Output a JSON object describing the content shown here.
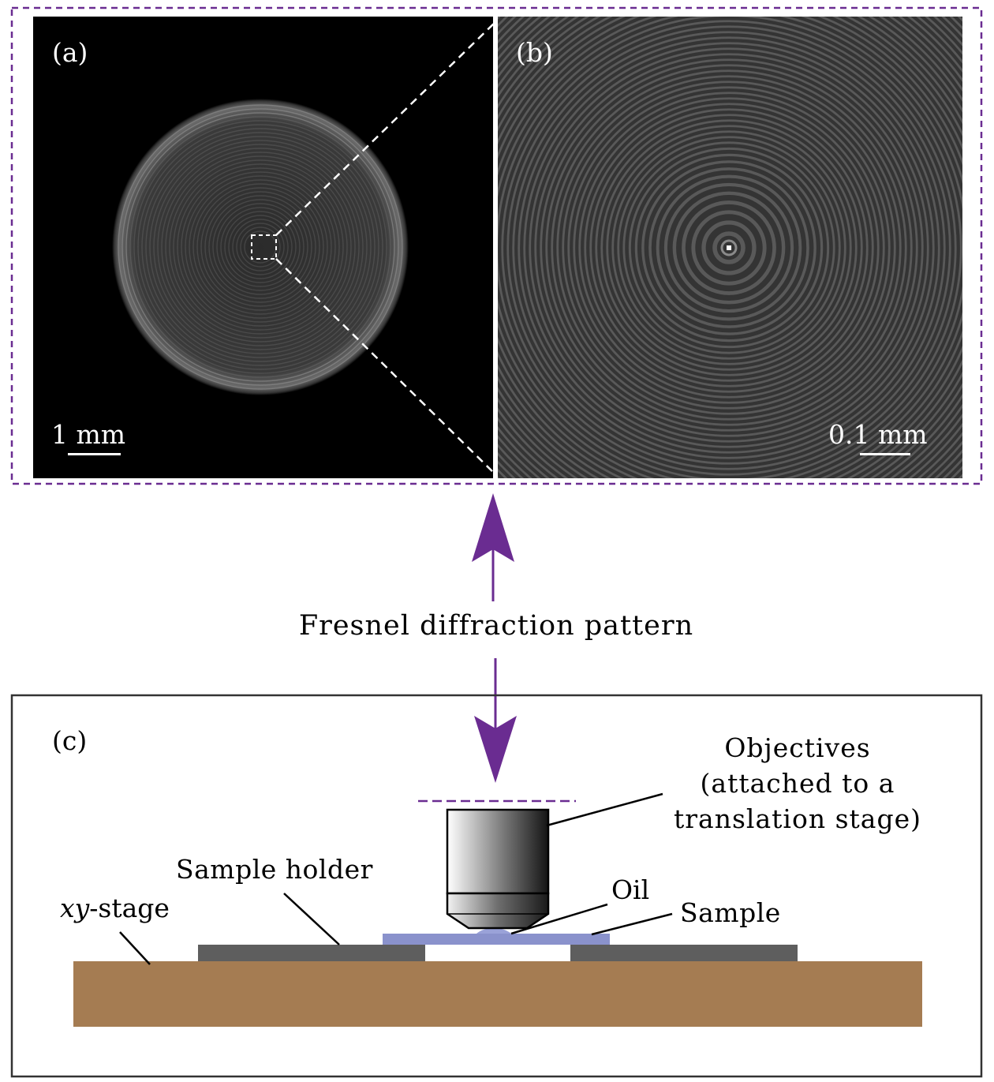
{
  "panel_a": {
    "label": "(a)",
    "scale_label": "1 mm"
  },
  "panel_b": {
    "label": "(b)",
    "scale_label": "0.1 mm"
  },
  "caption": "Fresnel diffraction pattern",
  "panel_c": {
    "label": "(c)",
    "objectives_lines": [
      "Objectives",
      "(attached to a",
      "translation stage)"
    ],
    "sample_holder": "Sample holder",
    "xy_stage_italic": "xy",
    "xy_stage_rest": "-stage",
    "oil": "Oil",
    "sample": "Sample"
  },
  "colors": {
    "purple": "#6a2c91",
    "stage_brown": "#a57c52",
    "holder_gray": "#5e5e5e",
    "sample_blue": "#8a92cc",
    "frame_dark": "#333333"
  }
}
